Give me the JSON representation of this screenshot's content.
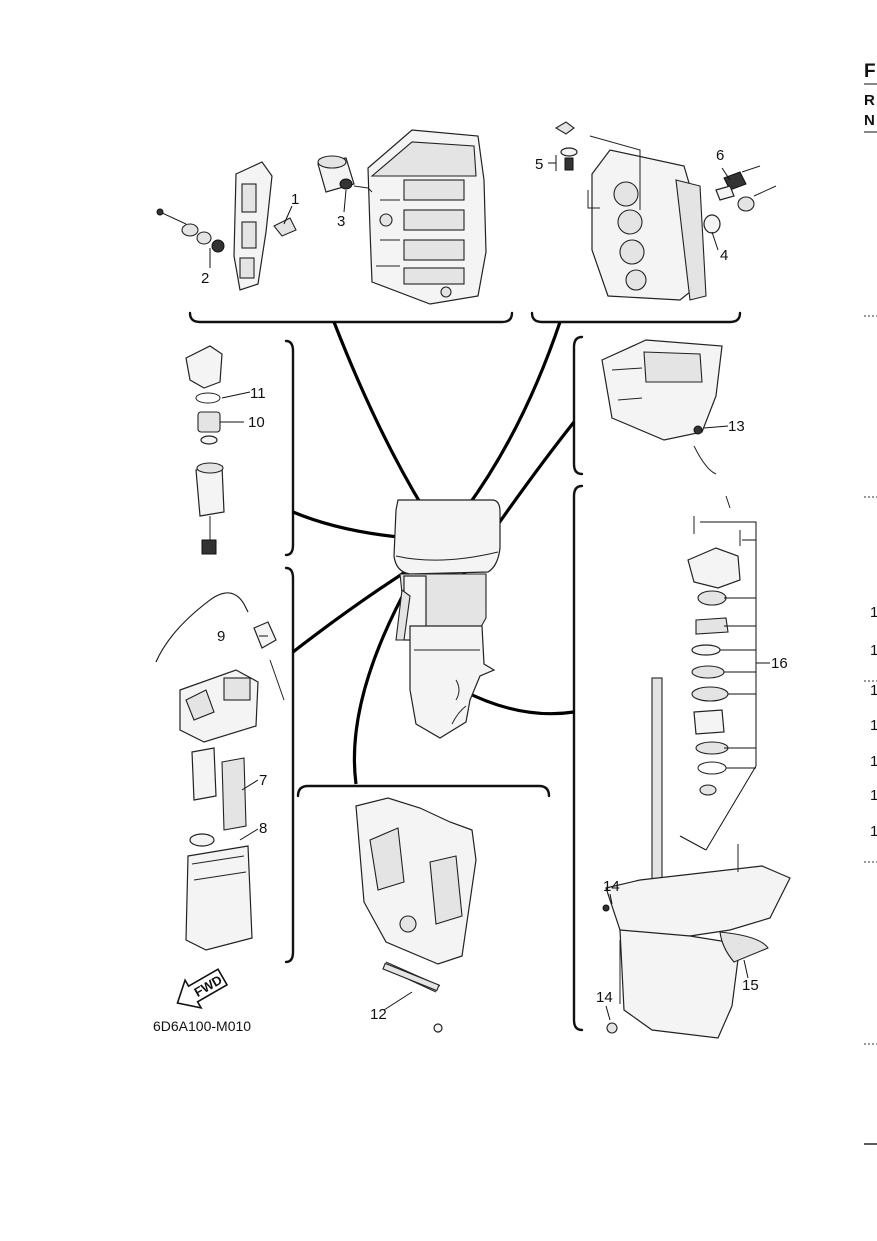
{
  "edge_header": {
    "letters": [
      "F",
      "R",
      "N"
    ]
  },
  "edge_fragments": [
    "1",
    "1",
    "1",
    "1",
    "1",
    "1",
    "1"
  ],
  "callouts": [
    "1",
    "2",
    "3",
    "4",
    "5",
    "6",
    "9",
    "11",
    "10",
    "13",
    "16",
    "7",
    "8",
    "14",
    "14",
    "15",
    "12"
  ],
  "fwd_arrow": {
    "label": "FWD"
  },
  "figure_code": "6D6A100-M010"
}
